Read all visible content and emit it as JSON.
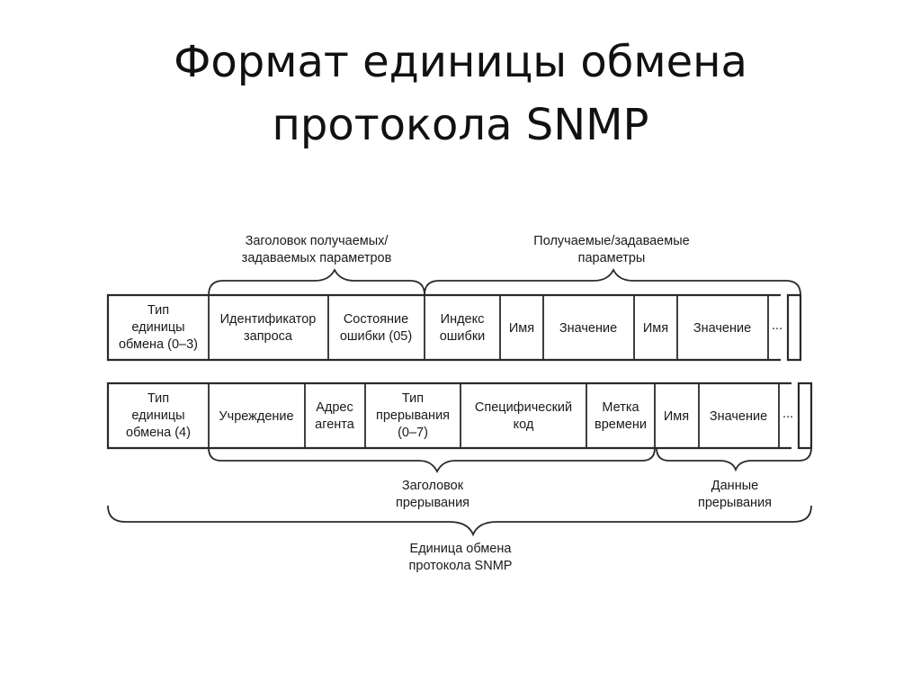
{
  "title": {
    "line1": "Формат единицы обмена",
    "line2": "протокола SNMP"
  },
  "diagram": {
    "top_brace_left": [
      "Заголовок получаемых/",
      "задаваемых параметров"
    ],
    "top_brace_right": [
      "Получаемые/задаваемые",
      "параметры"
    ],
    "row1": {
      "cells": [
        [
          "Тип",
          "единицы",
          "обмена (0–3)"
        ],
        [
          "Идентификатор",
          "запроса"
        ],
        [
          "Состояние",
          "ошибки (05)"
        ],
        [
          "Индекс",
          "ошибки"
        ],
        [
          "Имя"
        ],
        [
          "Значение"
        ],
        [
          "Имя"
        ],
        [
          "Значение"
        ],
        [
          "..."
        ]
      ]
    },
    "row2": {
      "cells": [
        [
          "Тип",
          "единицы",
          "обмена (4)"
        ],
        [
          "Учреждение"
        ],
        [
          "Адрес",
          "агента"
        ],
        [
          "Тип",
          "прерывания",
          "(0–7)"
        ],
        [
          "Специфический",
          "код"
        ],
        [
          "Метка",
          "времени"
        ],
        [
          "Имя"
        ],
        [
          "Значение"
        ],
        [
          "..."
        ]
      ]
    },
    "bottom_brace_left": [
      "Заголовок",
      "прерывания"
    ],
    "bottom_brace_right": [
      "Данные",
      "прерывания"
    ],
    "outer_brace": [
      "Единица обмена",
      "протокола SNMP"
    ]
  }
}
